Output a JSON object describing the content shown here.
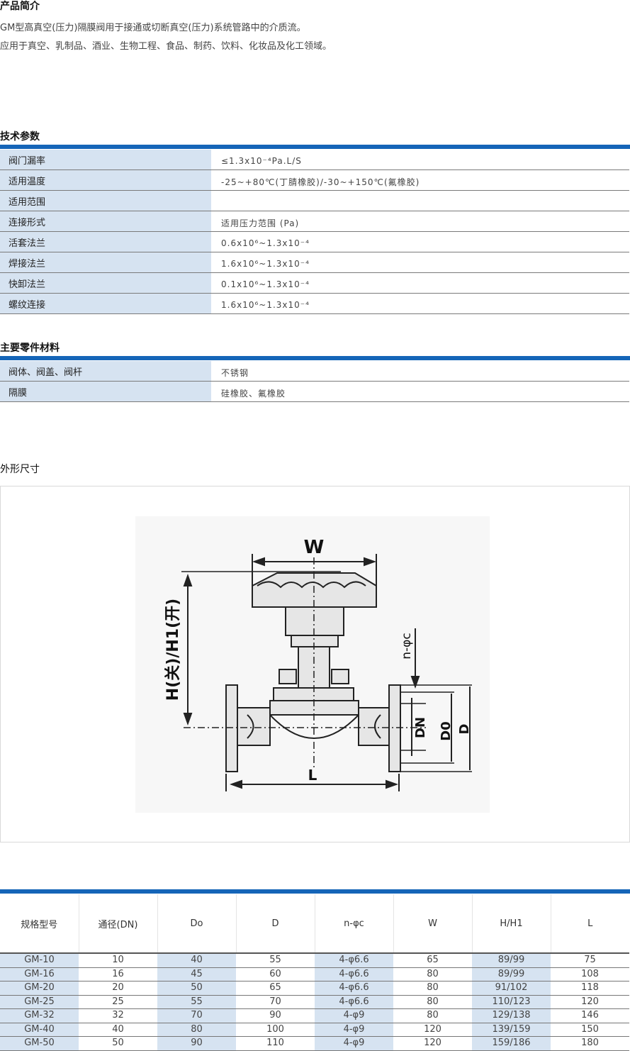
{
  "intro": {
    "title": "产品简介",
    "lines": [
      "GM型高真空(压力)隔膜阀用于接通或切断真空(压力)系统管路中的介质流。",
      "应用于真空、乳制品、酒业、生物工程、食品、制药、饮料、化妆品及化工领域。"
    ]
  },
  "tech": {
    "title": "技术参数",
    "rows": [
      {
        "k": "阀门漏率",
        "v": "≤1.3x10⁻⁴Pa.L/S"
      },
      {
        "k": "适用温度",
        "v": "-25~+80℃(丁腈橡胶)/-30~+150℃(氟橡胶)"
      },
      {
        "k": "适用范围",
        "v": ""
      },
      {
        "k": "连接形式",
        "v": "适用压力范围 (Pa)"
      },
      {
        "k": "活套法兰",
        "v": "0.6x10⁶~1.3x10⁻⁴"
      },
      {
        "k": "焊接法兰",
        "v": "1.6x10⁶~1.3x10⁻⁴"
      },
      {
        "k": "快卸法兰",
        "v": "0.1x10⁶~1.3x10⁻⁴"
      },
      {
        "k": "螺纹连接",
        "v": "1.6x10⁶~1.3x10⁻⁴"
      }
    ]
  },
  "materials": {
    "title": "主要零件材料",
    "rows": [
      {
        "k": "阀体、阀盖、阀杆",
        "v": "不锈钢"
      },
      {
        "k": "隔膜",
        "v": "硅橡胶、氟橡胶"
      }
    ]
  },
  "dimensions": {
    "title": "外形尺寸",
    "labels": {
      "w": "W",
      "h": "H(关)/H1(开)",
      "nphic": "n-φc",
      "dn": "DN",
      "d0": "D0",
      "d": "D",
      "l": "L"
    }
  },
  "spec": {
    "headers": [
      "规格型号",
      "通径(DN)",
      "Do",
      "D",
      "n-φc",
      "W",
      "H/H1",
      "L"
    ],
    "rows": [
      [
        "GM-10",
        "10",
        "40",
        "55",
        "4-φ6.6",
        "65",
        "89/99",
        "75"
      ],
      [
        "GM-16",
        "16",
        "45",
        "60",
        "4-φ6.6",
        "80",
        "89/99",
        "108"
      ],
      [
        "GM-20",
        "20",
        "50",
        "65",
        "4-φ6.6",
        "80",
        "91/102",
        "118"
      ],
      [
        "GM-25",
        "25",
        "55",
        "70",
        "4-φ6.6",
        "80",
        "110/123",
        "120"
      ],
      [
        "GM-32",
        "32",
        "70",
        "90",
        "4-φ9",
        "80",
        "129/138",
        "146"
      ],
      [
        "GM-40",
        "40",
        "80",
        "100",
        "4-φ9",
        "120",
        "139/159",
        "150"
      ],
      [
        "GM-50",
        "50",
        "90",
        "110",
        "4-φ9",
        "120",
        "159/186",
        "180"
      ]
    ]
  },
  "colors": {
    "accent_bar": "#1565b8",
    "key_cell": "#d6e3f1"
  }
}
